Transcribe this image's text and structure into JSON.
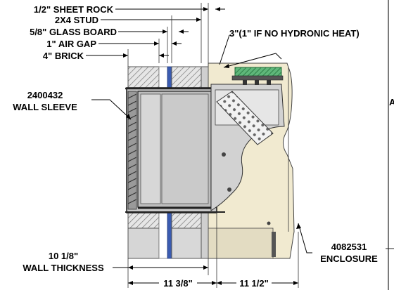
{
  "layer_labels": {
    "sheet_rock": "1/2\" SHEET ROCK",
    "stud": "2X4 STUD",
    "glass_board": "5/8\" GLASS BOARD",
    "air_gap": "1\" AIR GAP",
    "brick": "4\" BRICK"
  },
  "callouts": {
    "clearance": "3\"(1\" IF NO HYDRONIC HEAT)",
    "sleeve_part": "2400432",
    "sleeve_name": "WALL SLEEVE",
    "enclosure_part": "4082531",
    "enclosure_name": "ENCLOSURE",
    "edge_letter": "A"
  },
  "dimensions": {
    "wall_thickness_value": "10 1/8\"",
    "wall_thickness_label": "WALL THICKNESS",
    "sleeve_depth": "11 3/8\"",
    "enclosure_depth": "11 1/2\""
  },
  "colors": {
    "enclosure_fill": "#f1ead0",
    "wall_fill": "#dcdcdc",
    "glass_board": "#3a5bb0",
    "coil_green": "#3a9a5a",
    "sleeve_fill": "#c8c8c8"
  }
}
